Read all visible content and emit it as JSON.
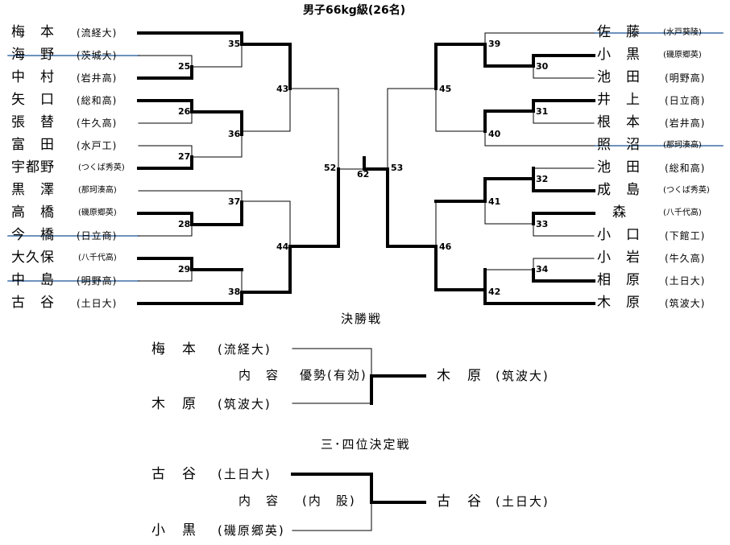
{
  "title": "男子66kg級(26名)",
  "left": [
    {
      "name": "梅　本",
      "school": "(流経大)",
      "struck": false
    },
    {
      "name": "海　野",
      "school": "(茨城大)",
      "struck": true
    },
    {
      "name": "中　村",
      "school": "(岩井高)",
      "struck": false
    },
    {
      "name": "矢　口",
      "school": "(総和高)",
      "struck": false
    },
    {
      "name": "張　替",
      "school": "(牛久高)",
      "struck": false
    },
    {
      "name": "富　田",
      "school": "(水戸工)",
      "struck": false
    },
    {
      "name": "宇都野",
      "school": "(つくば秀英)",
      "struck": false
    },
    {
      "name": "黒　澤",
      "school": "(那珂湊高)",
      "struck": false
    },
    {
      "name": "高　橋",
      "school": "(磯原郷英)",
      "struck": false
    },
    {
      "name": "今　橋",
      "school": "(日立商)",
      "struck": true
    },
    {
      "name": "大久保",
      "school": "(八千代高)",
      "struck": false
    },
    {
      "name": "中　島",
      "school": "(明野高)",
      "struck": true
    },
    {
      "name": "古　谷",
      "school": "(土日大)",
      "struck": false
    }
  ],
  "right": [
    {
      "name": "佐　藤",
      "school": "(水戸葵陵)",
      "struck": true
    },
    {
      "name": "小　黒",
      "school": "(磯原郷英)",
      "struck": false
    },
    {
      "name": "池　田",
      "school": "(明野高)",
      "struck": false
    },
    {
      "name": "井　上",
      "school": "(日立商)",
      "struck": false
    },
    {
      "name": "根　本",
      "school": "(岩井高)",
      "struck": false
    },
    {
      "name": "照　沼",
      "school": "(那珂湊高)",
      "struck": true
    },
    {
      "name": "池　田",
      "school": "(総和高)",
      "struck": false
    },
    {
      "name": "成　島",
      "school": "(つくば秀英)",
      "struck": false
    },
    {
      "name": "森",
      "school": "(八千代高)",
      "struck": false
    },
    {
      "name": "小　口",
      "school": "(下館工)",
      "struck": false
    },
    {
      "name": "小　岩",
      "school": "(牛久高)",
      "struck": false
    },
    {
      "name": "相　原",
      "school": "(土日大)",
      "struck": false
    },
    {
      "name": "木　原",
      "school": "(筑波大)",
      "struck": false
    }
  ],
  "match_numbers": [
    "25",
    "26",
    "27",
    "28",
    "29",
    "35",
    "36",
    "37",
    "38",
    "43",
    "44",
    "52",
    "62",
    "53",
    "45",
    "46",
    "39",
    "40",
    "41",
    "42",
    "30",
    "31",
    "32",
    "33",
    "34"
  ],
  "final": {
    "heading": "決勝戦",
    "top": {
      "name": "梅　本",
      "school": "(流経大)"
    },
    "bottom": {
      "name": "木　原",
      "school": "(筑波大)"
    },
    "content_label": "内　容",
    "content_value": "優勢(有効)",
    "winner": {
      "name": "木　原",
      "school": "(筑波大)"
    }
  },
  "third": {
    "heading": "三･四位決定戦",
    "top": {
      "name": "古　谷",
      "school": "(土日大)"
    },
    "bottom": {
      "name": "小　黒",
      "school": "(磯原郷英)"
    },
    "content_label": "内　容",
    "content_value": "(内　股)",
    "winner": {
      "name": "古　谷",
      "school": "(土日大)"
    }
  },
  "colors": {
    "line": "#000000",
    "strike": "#3f6fa6"
  }
}
